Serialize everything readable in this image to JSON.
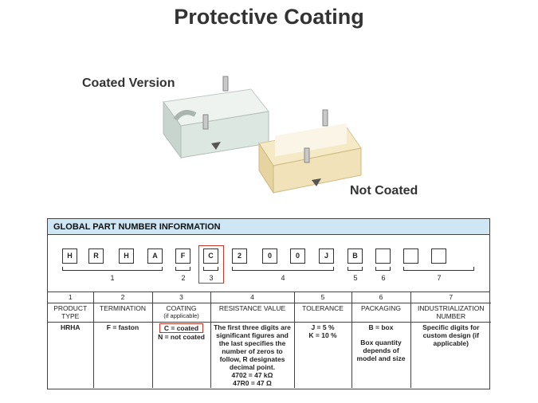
{
  "title": "Protective Coating",
  "labels": {
    "coated": "Coated Version",
    "not_coated": "Not Coated"
  },
  "gpn": {
    "header": "GLOBAL PART NUMBER INFORMATION",
    "codes": [
      "H",
      "R",
      "H",
      "A",
      "F",
      "C",
      "2",
      "0",
      "0",
      "J",
      "B",
      "",
      "",
      ""
    ],
    "group_numbers": [
      "1",
      "2",
      "3",
      "4",
      "5",
      "6",
      "7"
    ],
    "columns": [
      {
        "num": "1",
        "head": "PRODUCT TYPE",
        "desc": [
          "HRHA"
        ]
      },
      {
        "num": "2",
        "head": "TERMINATION",
        "desc": [
          "F = faston"
        ]
      },
      {
        "num": "3",
        "head": "COATING",
        "head_sub": "(if applicable)",
        "desc_boxed": "C = coated",
        "desc": [
          "N = not coated"
        ]
      },
      {
        "num": "4",
        "head": "RESISTANCE VALUE",
        "desc": [
          "The first three digits are significant figures and the last specifies the number of zeros to follow, R designates decimal point.",
          "4702 = 47 kΩ",
          "47R0 = 47 Ω"
        ]
      },
      {
        "num": "5",
        "head": "TOLERANCE",
        "desc": [
          "J = 5 %",
          "K = 10 %"
        ]
      },
      {
        "num": "6",
        "head": "PACKAGING",
        "desc": [
          "B = box",
          "Box quantity depends of model and size"
        ]
      },
      {
        "num": "7",
        "head": "INDUSTRIALIZATION NUMBER",
        "desc": [
          "Specific digits for custom design (if applicable)"
        ]
      }
    ]
  },
  "colors": {
    "header_bg": "#cfe6f5",
    "highlight": "#c0392b",
    "coated_body": "#dde7e2",
    "uncoated_body": "#f1e2b9"
  }
}
